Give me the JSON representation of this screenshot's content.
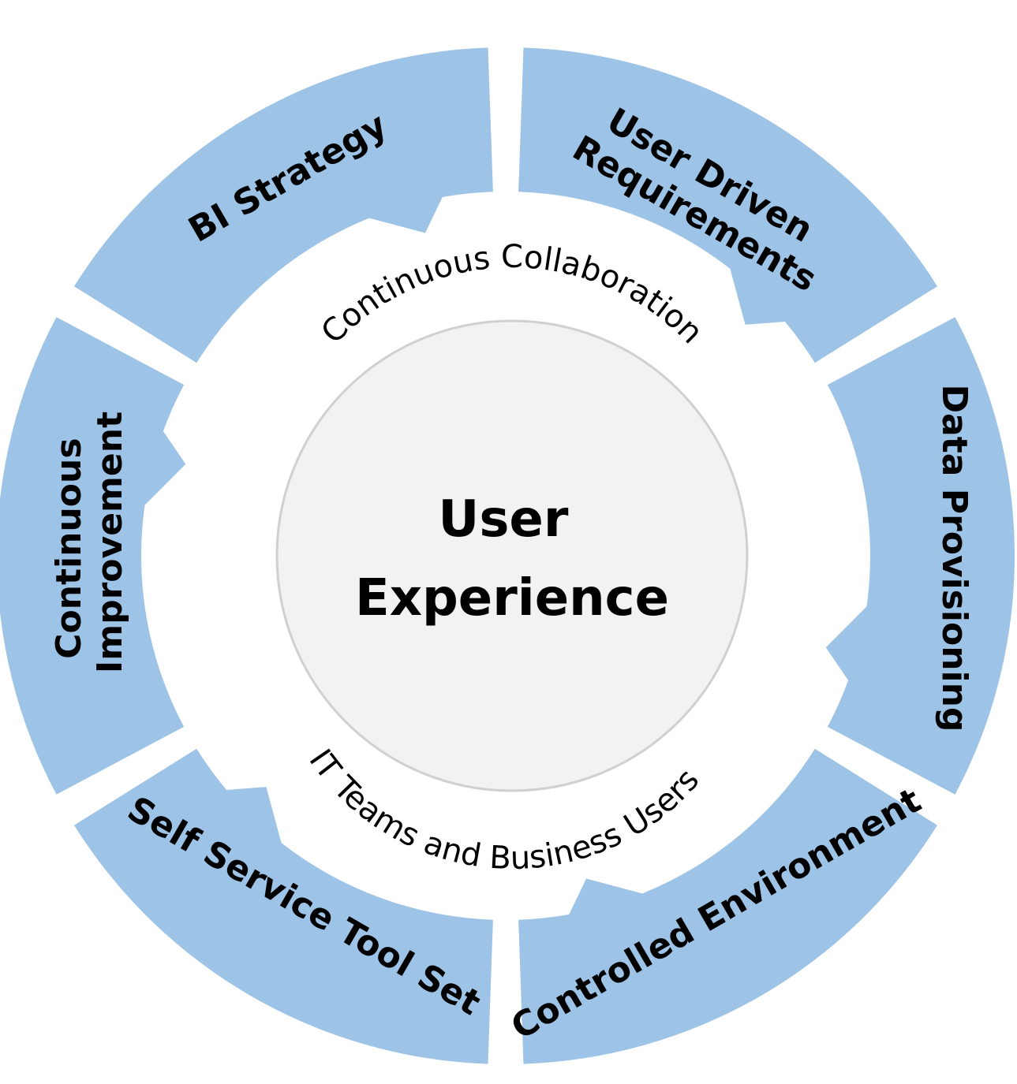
{
  "diagram": {
    "center": {
      "line1": "User",
      "line2": "Experience"
    },
    "inner_arc_top": "Continuous Collaboration",
    "inner_arc_bottom": "IT Teams and Business Users",
    "segments": [
      {
        "id": "bi-strategy",
        "line1": "BI Strategy",
        "line2": ""
      },
      {
        "id": "user-driven-requirements",
        "line1": "User Driven",
        "line2": "Requirements"
      },
      {
        "id": "data-provisioning",
        "line1": "Data Provisioning",
        "line2": ""
      },
      {
        "id": "controlled-environment",
        "line1": "Controlled Environment",
        "line2": ""
      },
      {
        "id": "self-service-tool-set",
        "line1": "Self Service Tool Set",
        "line2": ""
      },
      {
        "id": "continuous-improvement",
        "line1": "Continuous",
        "line2": "Improvement"
      }
    ],
    "colors": {
      "segment_fill": "#9DC3E6",
      "center_fill": "#F2F2F2",
      "center_stroke": "#D0D0D0"
    }
  }
}
